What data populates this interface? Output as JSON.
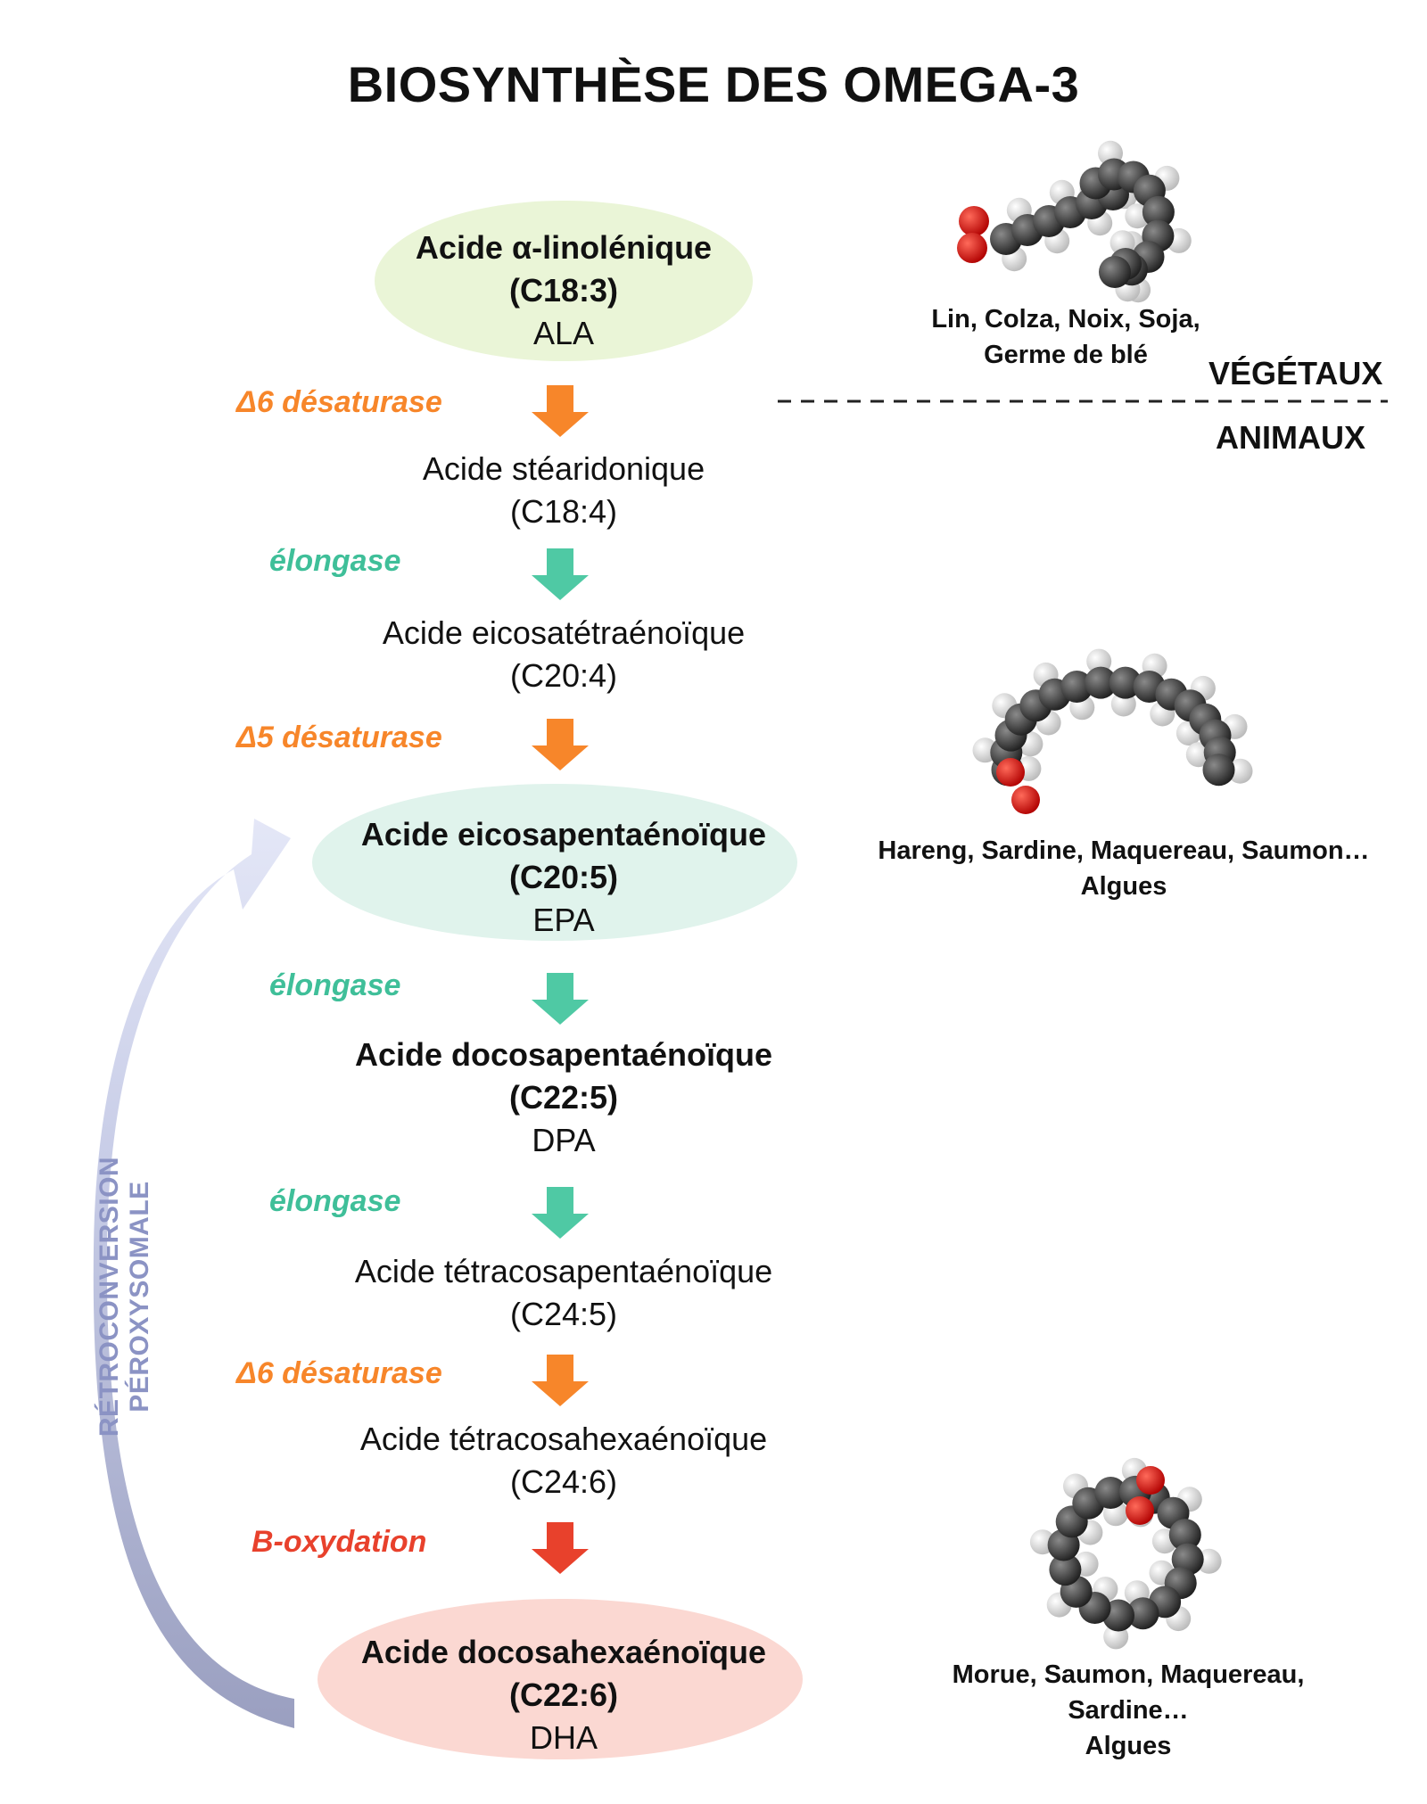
{
  "title": "BIOSYNTHÈSE DES OMEGA-3",
  "colors": {
    "orange": "#f7862a",
    "teal": "#4fc9a4",
    "red": "#e8412c",
    "ala_bg": "#eaf5d7",
    "epa_bg": "#e0f3ec",
    "dha_bg": "#fbd8d2",
    "retro": "#8b93c4"
  },
  "nodes": {
    "ala": {
      "name": "Acide α-linolénique",
      "formula": "(C18:3)",
      "abbr": "ALA"
    },
    "stearidonique": {
      "name": "Acide stéaridonique",
      "formula": "(C18:4)"
    },
    "eicosatetra": {
      "name": "Acide eicosatétraénoïque",
      "formula": "(C20:4)"
    },
    "epa": {
      "name": "Acide eicosapentaénoïque",
      "formula": "(C20:5)",
      "abbr": "EPA"
    },
    "dpa": {
      "name": "Acide docosapentaénoïque",
      "formula": "(C22:5)",
      "abbr": "DPA"
    },
    "tetracosapenta": {
      "name": "Acide tétracosapentaénoïque",
      "formula": "(C24:5)"
    },
    "tetracosahexa": {
      "name": "Acide tétracosahexaénoïque",
      "formula": "(C24:6)"
    },
    "dha": {
      "name": "Acide docosahexaénoïque",
      "formula": "(C22:6)",
      "abbr": "DHA"
    }
  },
  "enzymes": {
    "e1": {
      "label": "Δ6 désaturase",
      "color": "orange"
    },
    "e2": {
      "label": "élongase",
      "color": "teal"
    },
    "e3": {
      "label": "Δ5 désaturase",
      "color": "orange"
    },
    "e4": {
      "label": "élongase",
      "color": "teal"
    },
    "e5": {
      "label": "élongase",
      "color": "teal"
    },
    "e6": {
      "label": "Δ6 désaturase",
      "color": "orange"
    },
    "e7": {
      "label": "B-oxydation",
      "color": "red"
    }
  },
  "sources": {
    "vegetal": {
      "line1": "Lin, Colza, Noix, Soja,",
      "line2": "Germe de blé"
    },
    "fish1": {
      "line1": "Hareng, Sardine, Maquereau, Saumon…",
      "line2": "Algues"
    },
    "fish2": {
      "line1": "Morue, Saumon, Maquereau,",
      "line2": "Sardine…",
      "line3": "Algues"
    }
  },
  "labels": {
    "vegetaux": "VÉGÉTAUX",
    "animaux": "ANIMAUX",
    "retroconversion": "RÉTROCONVERSION PÉROXYSOMALE"
  }
}
